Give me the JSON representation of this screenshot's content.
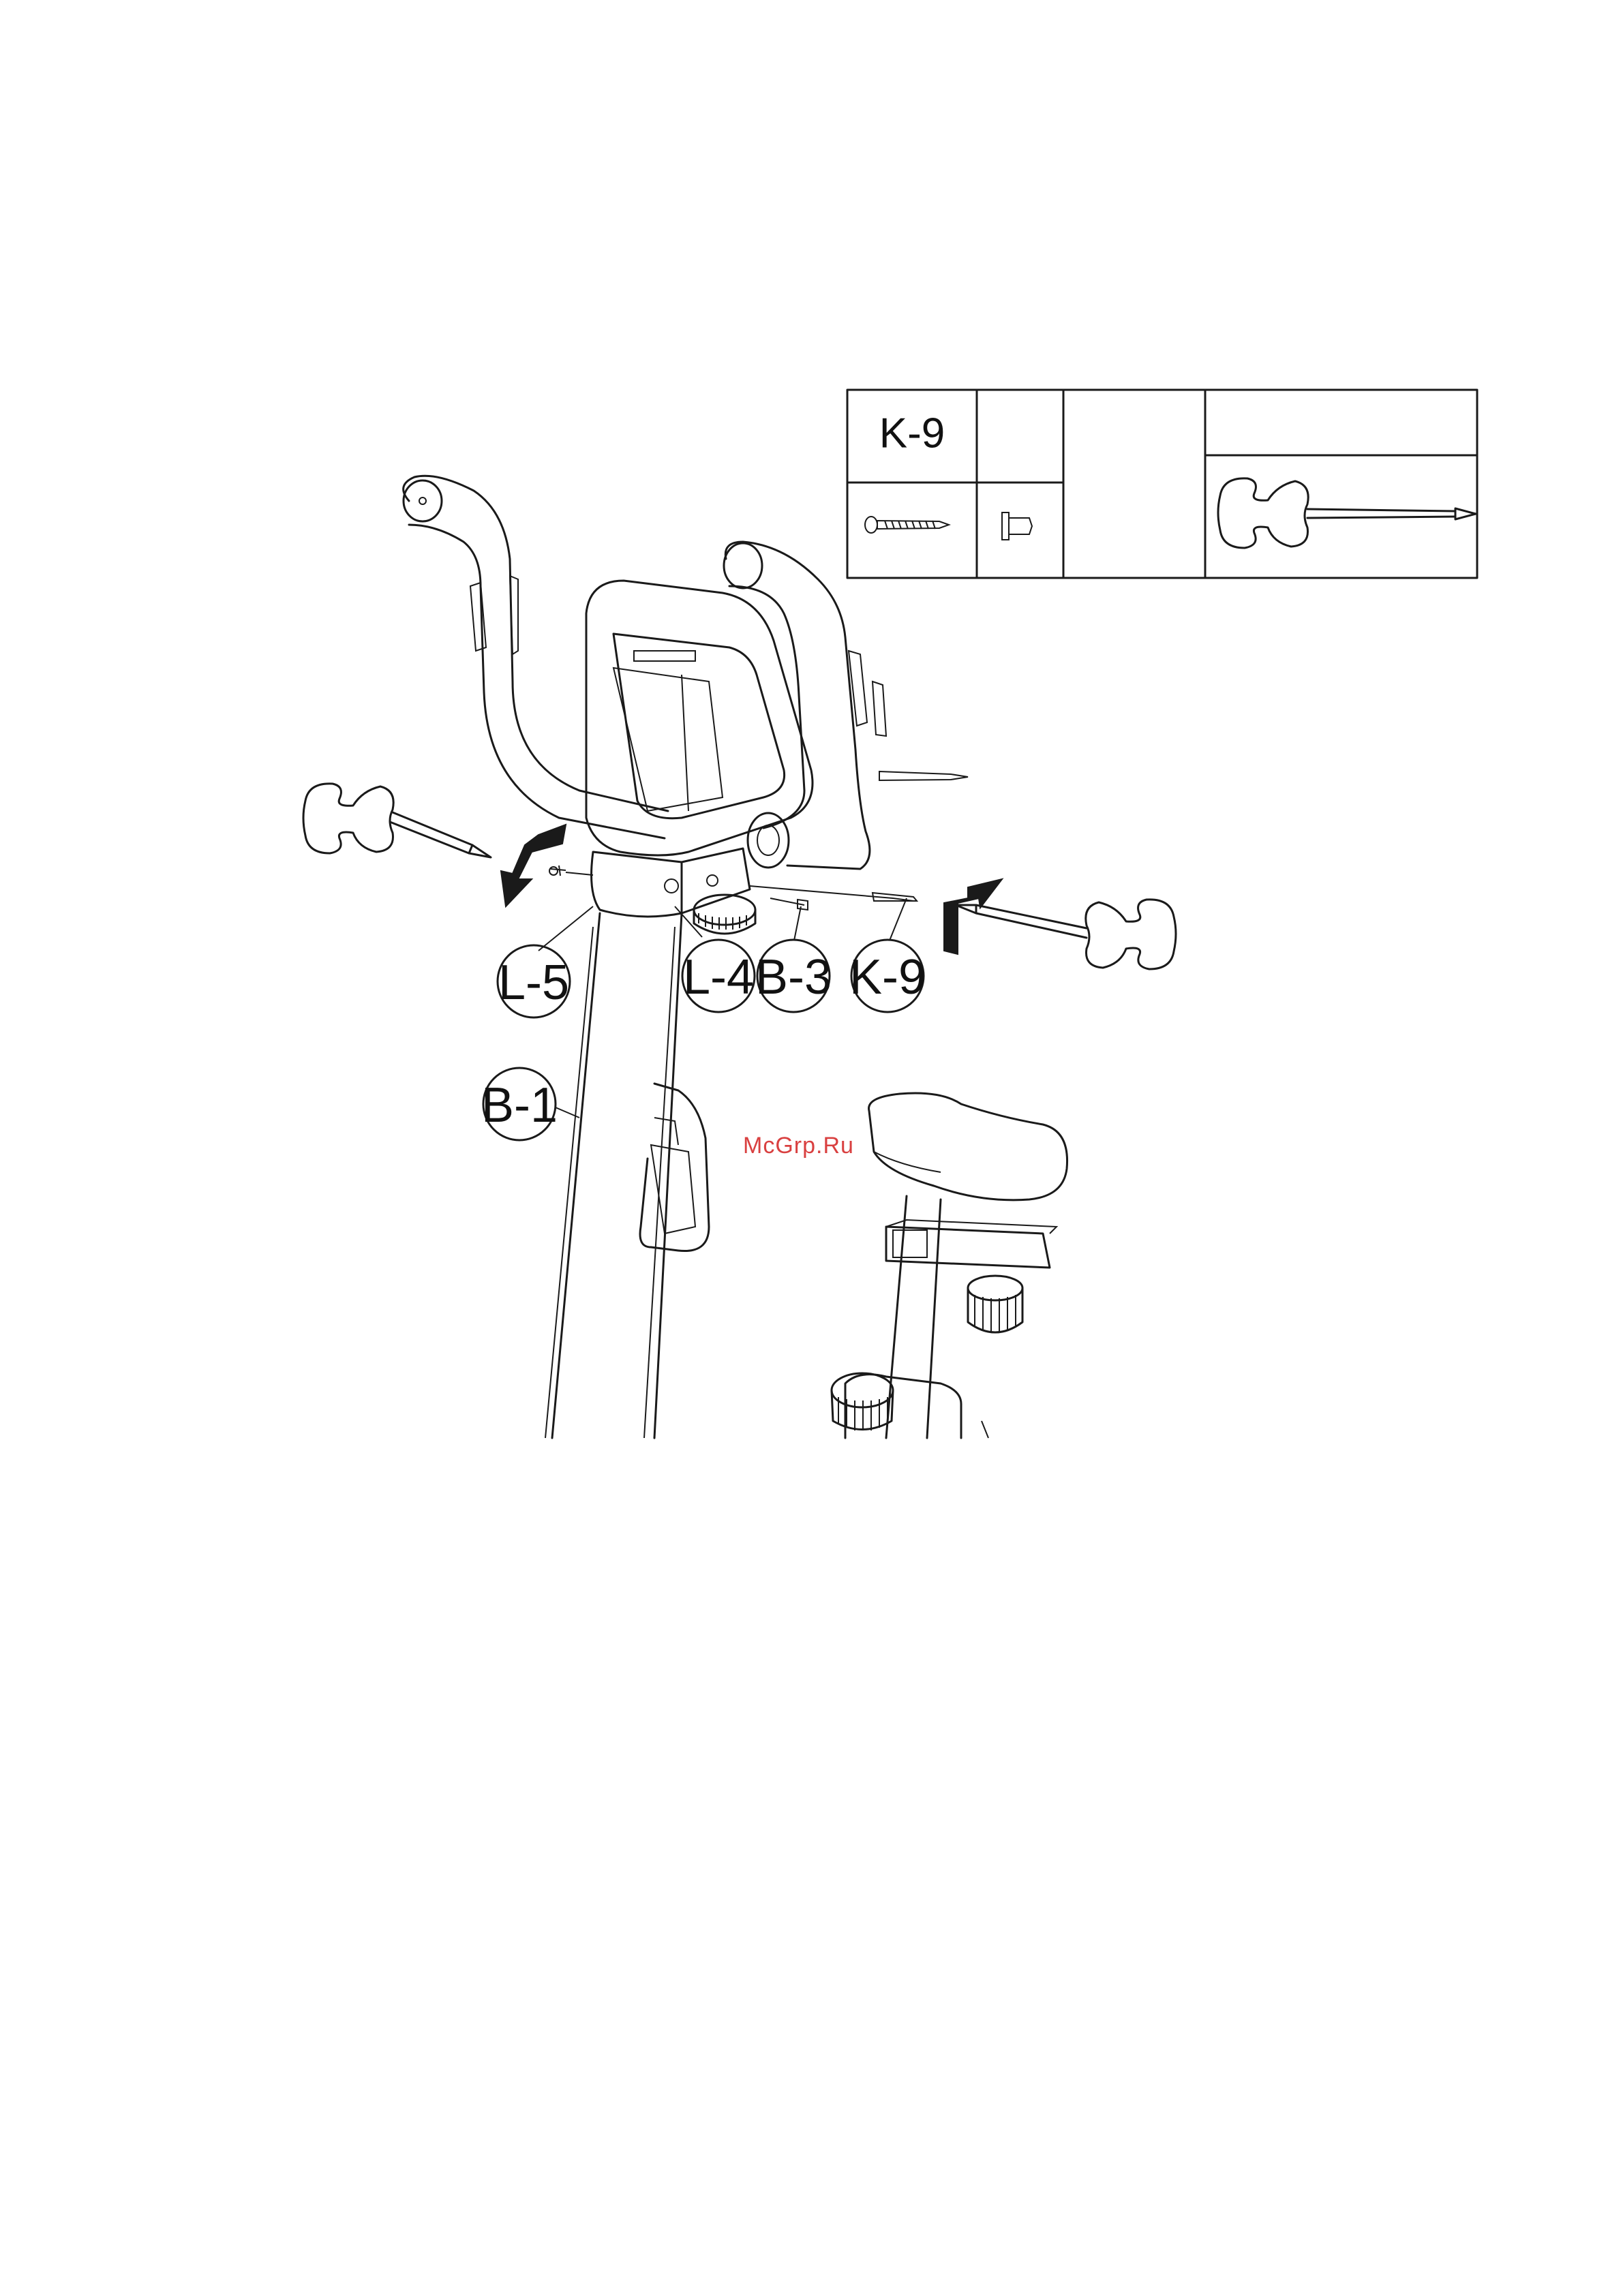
{
  "parts_table": {
    "header_code": "K-9"
  },
  "callouts": [
    {
      "id": "L-5",
      "label": "L-5"
    },
    {
      "id": "L-4",
      "label": "L-4"
    },
    {
      "id": "B-3",
      "label": "B-3"
    },
    {
      "id": "K-9",
      "label": "K-9"
    },
    {
      "id": "B-1",
      "label": "B-1"
    }
  ],
  "watermark": "McGrp.Ru",
  "icons": [
    "screw-icon",
    "bolt-icon",
    "screwdriver-icon",
    "arrow-icon"
  ]
}
